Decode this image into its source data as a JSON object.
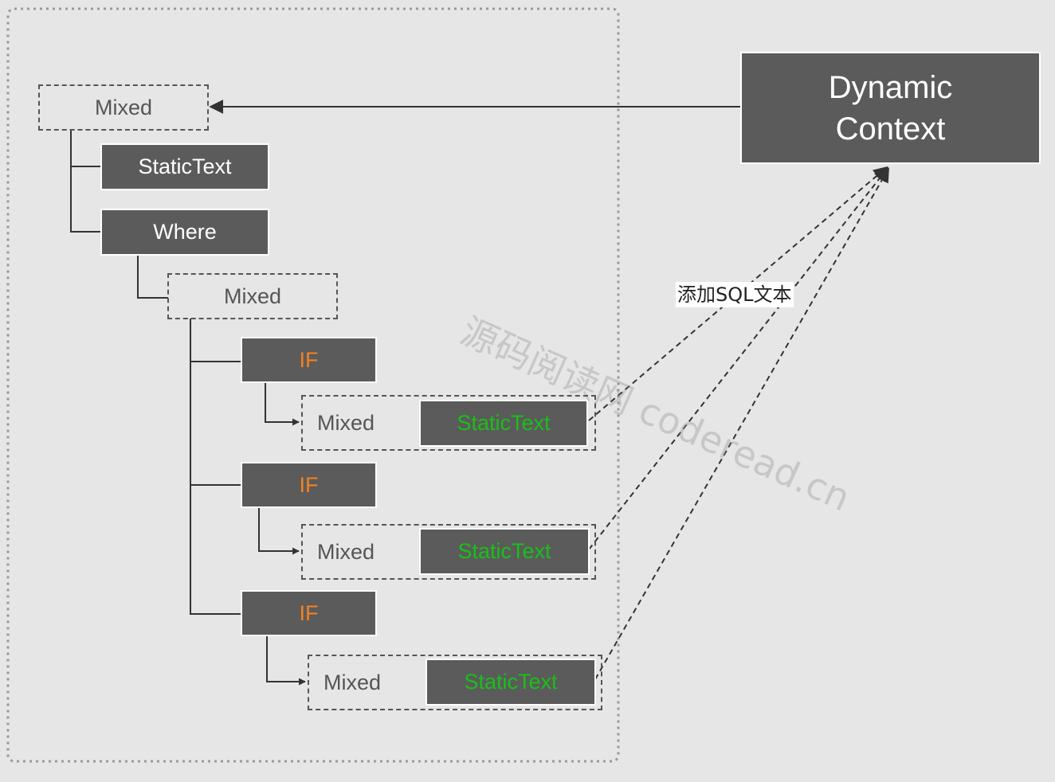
{
  "diagram": {
    "nodes": {
      "mixed_root": "Mixed",
      "static_text_1": "StaticText",
      "where": "Where",
      "mixed_where": "Mixed",
      "if_1": "IF",
      "mixed_if_1": "Mixed",
      "static_text_if_1": "StaticText",
      "if_2": "IF",
      "mixed_if_2": "Mixed",
      "static_text_if_2": "StaticText",
      "if_3": "IF",
      "mixed_if_3": "Mixed",
      "static_text_if_3": "StaticText",
      "dynamic_context_line1": "Dynamic",
      "dynamic_context_line2": "Context"
    },
    "edge_label": "添加SQL文本",
    "watermark": "源码阅读网 coderead.cn",
    "colors": {
      "background": "#e6e6e6",
      "node_fill": "#5b5b5b",
      "if_text": "#f5821f",
      "static_text_highlight": "#18c018",
      "connector": "#333333"
    }
  }
}
